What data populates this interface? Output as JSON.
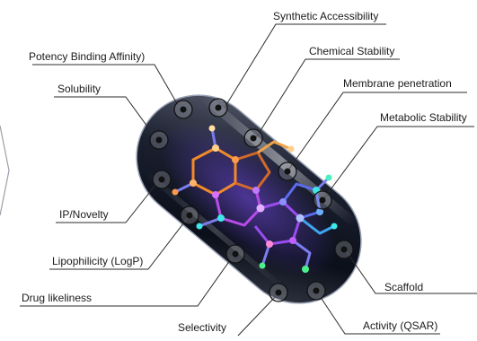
{
  "labels": {
    "synthetic_accessibility": "Synthetic Accessibility",
    "potency": "Potency Binding Affinity)",
    "chemical_stability": "Chemical Stability",
    "membrane_penetration": "Membrane penetration",
    "solubility": "Solubility",
    "metabolic_stability": "Metabolic Stability",
    "ip_novelty": "IP/Novelty",
    "lipophilicity": "Lipophilicity (LogP)",
    "drug_likeliness": "Drug likeliness",
    "scaffold": "Scaffold",
    "selectivity": "Selectivity",
    "activity": "Activity (QSAR)"
  },
  "colors": {
    "line": "#2b2b2b",
    "capsule_dark": "#0d1220",
    "molecule_orange": "#f08a2a",
    "molecule_purple": "#9a4cf0",
    "molecule_blue": "#2f6df0",
    "molecule_cyan": "#3ee6e6",
    "molecule_green": "#4cf08a"
  }
}
